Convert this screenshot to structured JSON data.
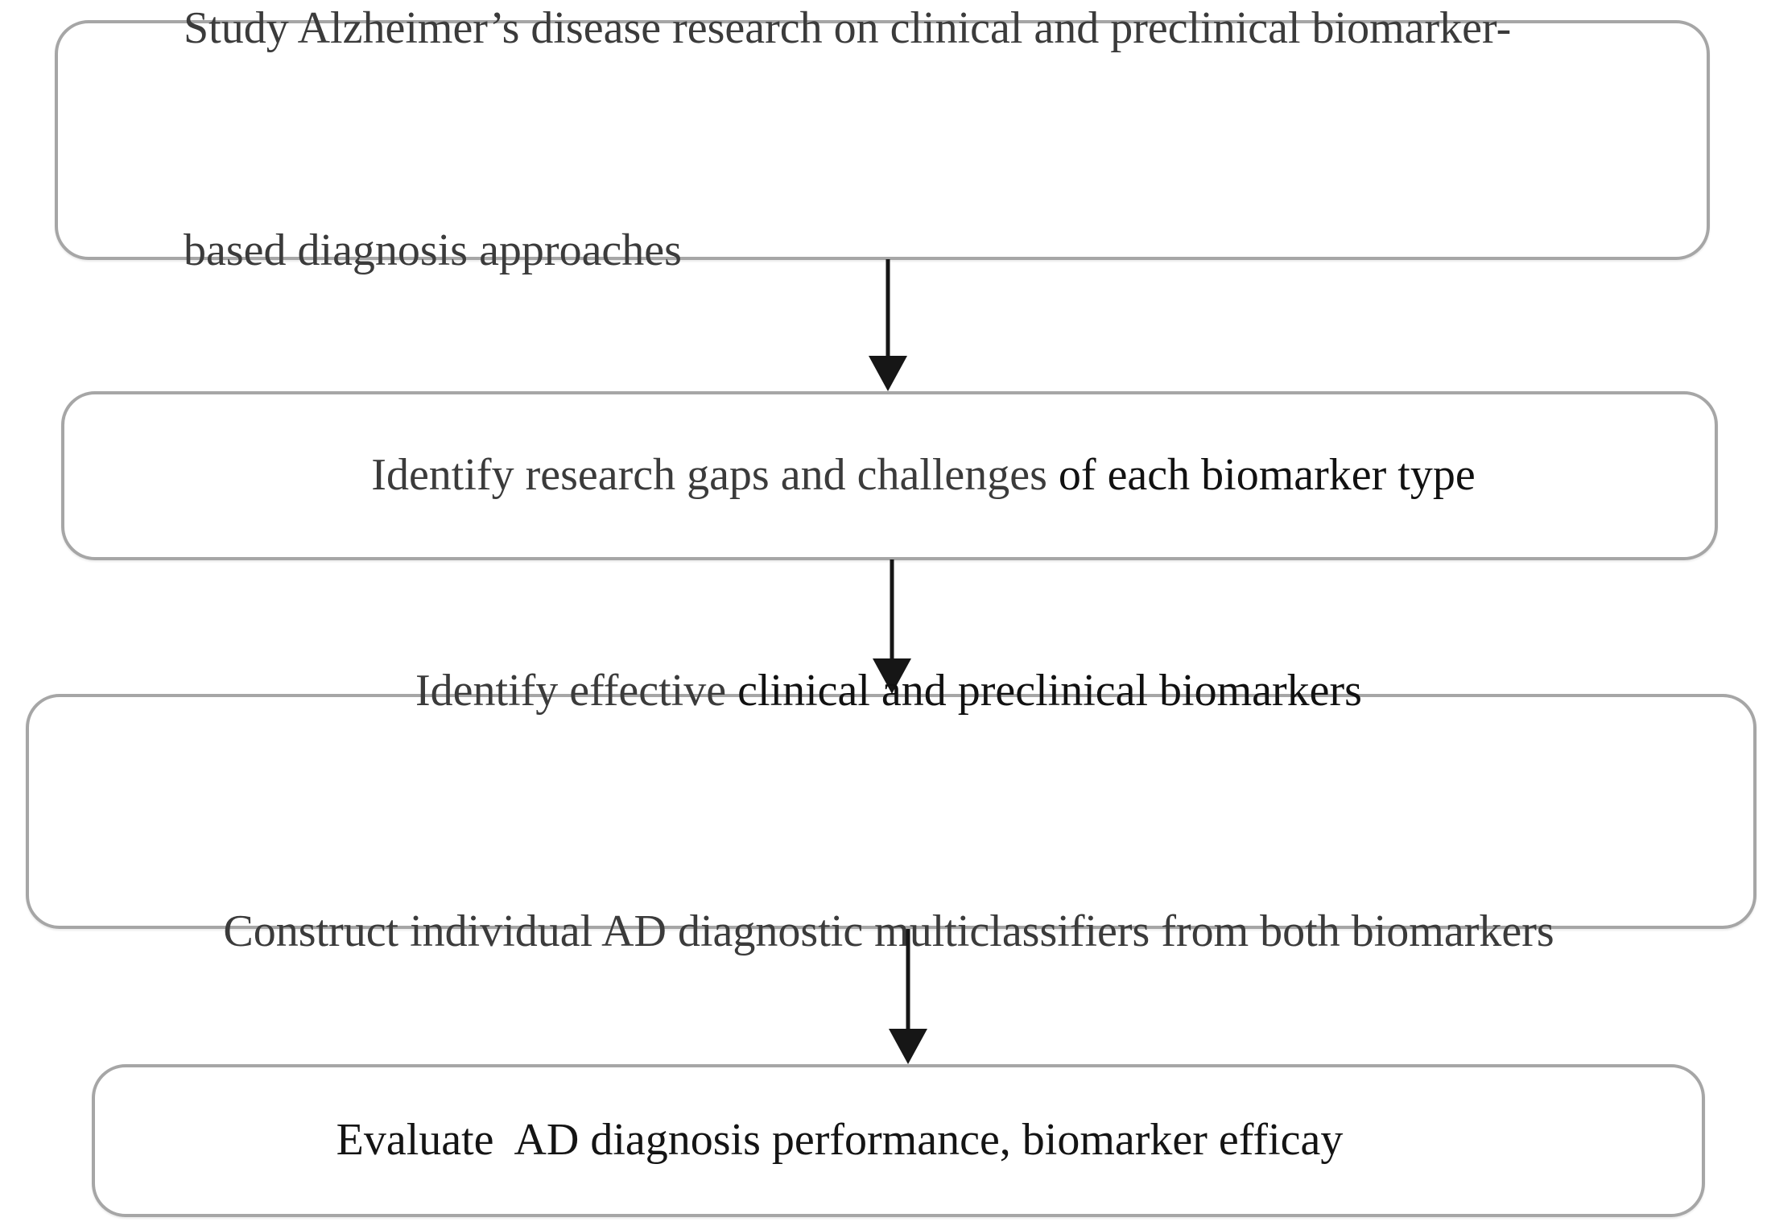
{
  "colors": {
    "background": "#ffffff",
    "box_border": "#a6a6a6",
    "text_gray": "#3b3b3b",
    "text_black": "#111111",
    "arrow": "#161616"
  },
  "boxes": {
    "box1": {
      "line1": "Study Alzheimer’s disease research on clinical and preclinical biomarker-",
      "line2": "based diagnosis approaches"
    },
    "box2": {
      "part1": "Identify research gaps and challenges ",
      "part2": "of each biomarker type"
    },
    "box3": {
      "line1_part1": "Identify effective ",
      "line1_part2": "clinical and preclinical biomarkers",
      "line2": "Construct individual AD diagnostic multiclassifiers from both biomarkers"
    },
    "box4": {
      "text": "Evaluate  AD diagnosis performance, biomarker efficay"
    }
  }
}
